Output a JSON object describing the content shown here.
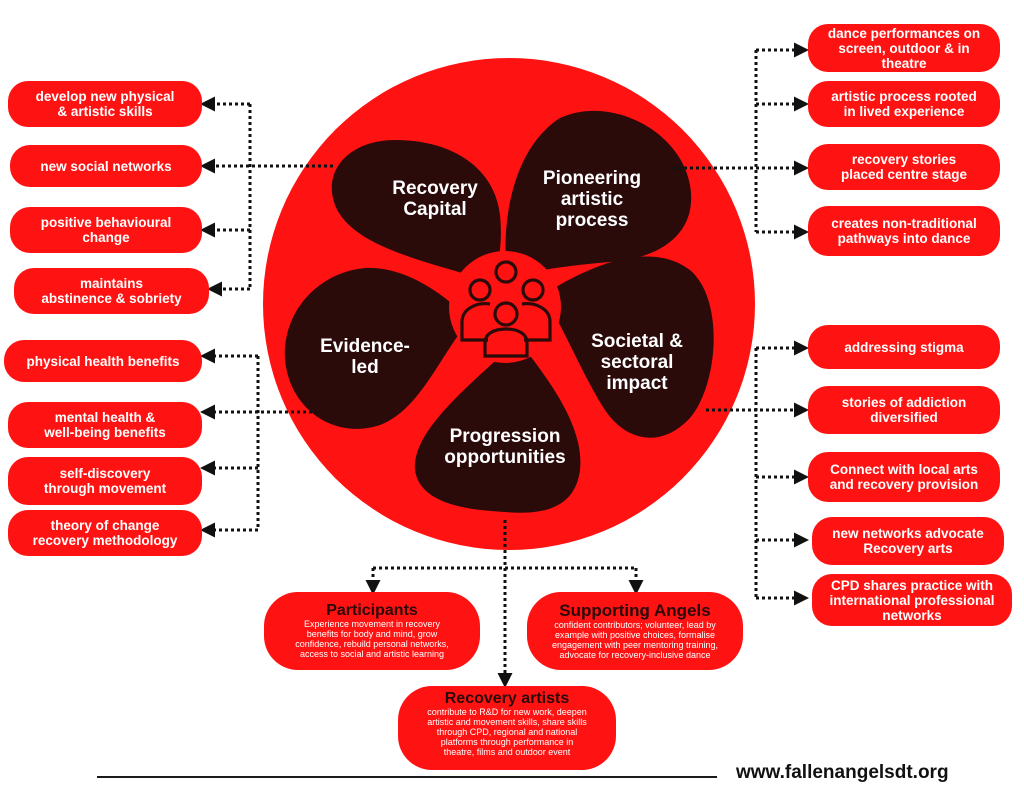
{
  "colors": {
    "accent": "#ff1212",
    "petal": "#2b0a0a",
    "connector": "#111111"
  },
  "center_icon": "group-of-people-icon",
  "petals": {
    "recovery_capital": "Recovery\nCapital",
    "pioneering": "Pioneering\nartistic\nprocess",
    "societal": "Societal &\nsectoral\nimpact",
    "progression": "Progression\nopportunities",
    "evidence": "Evidence-\nled"
  },
  "left_top_items": [
    "develop new physical\n& artistic skills",
    "new social networks",
    "positive behavioural\nchange",
    "maintains\nabstinence & sobriety"
  ],
  "left_bottom_items": [
    "physical health benefits",
    "mental health &\nwell-being benefits",
    "self-discovery\nthrough movement",
    "theory of change\nrecovery methodology"
  ],
  "right_top_items": [
    "dance performances on\nscreen, outdoor & in theatre",
    "artistic process rooted\nin lived experience",
    "recovery stories\nplaced centre stage",
    "creates non-traditional\npathways into dance"
  ],
  "right_bottom_items": [
    "addressing stigma",
    "stories of addiction\ndiversified",
    "Connect with local arts\nand recovery provision",
    "new networks advocate\nRecovery arts",
    "CPD shares practice with\ninternational professional\nnetworks"
  ],
  "participants": {
    "title": "Participants",
    "desc": "Experience movement in recovery\nbenefits for body and mind, grow\nconfidence, rebuild personal networks,\naccess to social and artistic learning"
  },
  "supporting_angels": {
    "title": "Supporting Angels",
    "desc": "confident contributors; volunteer, lead by\nexample with positive choices, formalise\nengagement with peer mentoring training,\nadvocate for recovery-inclusive dance"
  },
  "recovery_artists": {
    "title": "Recovery artists",
    "desc": "contribute to R&D for new work,  deepen\nartistic and movement skills, share skills\nthrough CPD, regional and national\nplatforms through performance in\ntheatre, films and outdoor event"
  },
  "footer": {
    "url": "www.fallenangelsdt.org"
  }
}
